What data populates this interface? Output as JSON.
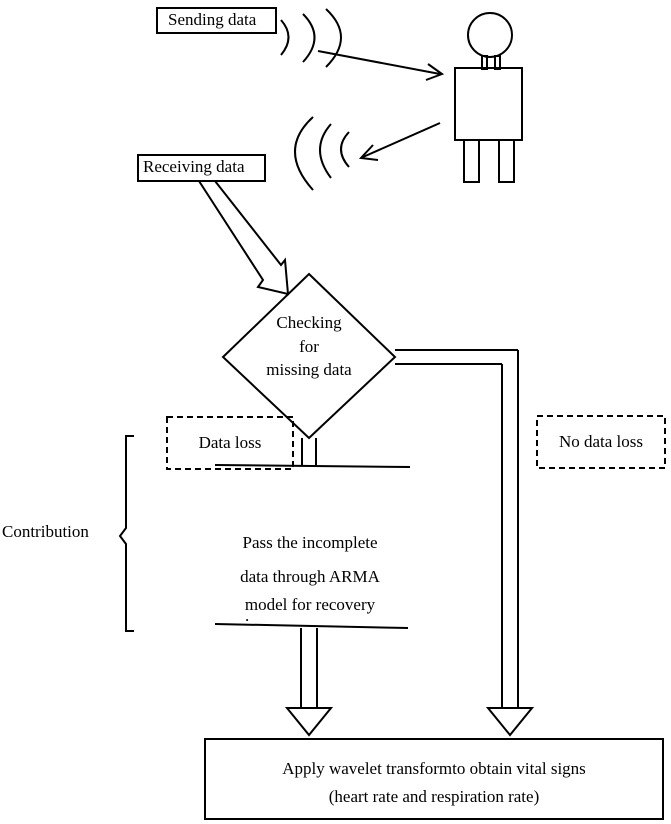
{
  "labels": {
    "sending": "Sending data",
    "receiving": "Receiving data",
    "check_line1": "Checking",
    "check_line2": "for",
    "check_line3": "missing data",
    "data_loss": "Data loss",
    "no_data_loss": "No data loss",
    "contribution": "Contribution",
    "arma_line1": "Pass the incomplete",
    "arma_line2": "data through ARMA",
    "arma_line3": "model for recovery",
    "arma_mark": ".",
    "wavelet_line1": "Apply wavelet transformto obtain vital signs",
    "wavelet_line2": "(heart rate and respiration rate)"
  }
}
